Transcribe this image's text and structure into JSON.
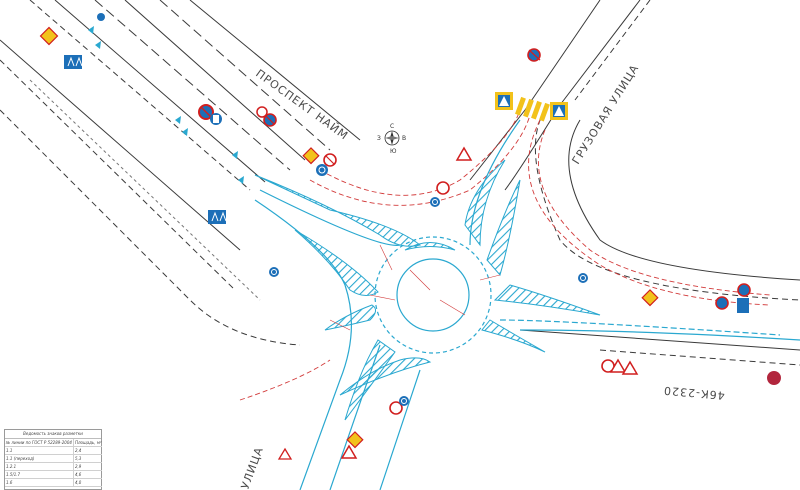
{
  "streets": {
    "prospekt": "ПРОСПЕКТ НАЙМ",
    "gruzovaya": "ГРУЗОВАЯ УЛИЦА",
    "road_code": "46К-2320",
    "bottom_street": "УЛИЦА"
  },
  "compass": {
    "north": "С",
    "south": "Ю",
    "east": "В",
    "west": "З"
  },
  "legend": {
    "title": "Ведомость знаков разметки",
    "headers": [
      "№ линии по ГОСТ Р 52289-2004",
      "Площадь, м²"
    ],
    "rows": [
      [
        "1.1",
        "2,4"
      ],
      [
        "1.1 (переход)",
        "5,3"
      ],
      [
        "1.2.1",
        "2,9"
      ],
      [
        "1.5/1.7",
        "4,6"
      ],
      [
        "1.6",
        "4,0"
      ]
    ]
  },
  "colors": {
    "road_edge": "#3a3a3a",
    "markings": "#2aa8d0",
    "red_dashed": "#d23b3b",
    "sign_blue": "#1c6fb8",
    "sign_red": "#d11f1f",
    "sign_yellow": "#f2c21b"
  },
  "icons": [
    "compass-icon",
    "roundabout-sign-icon",
    "no-entry-sign-icon",
    "give-way-sign-icon",
    "crosswalk-sign-icon",
    "no-stopping-sign-icon",
    "lane-direction-sign-icon",
    "bus-stop-sign-icon"
  ]
}
